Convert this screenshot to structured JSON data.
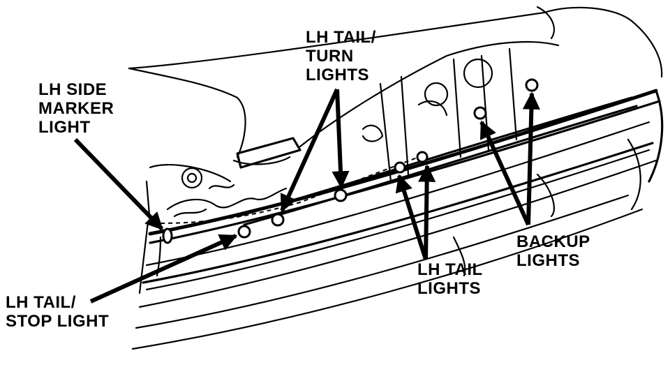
{
  "callouts": {
    "side_marker": [
      "LH SIDE",
      "MARKER",
      "LIGHT"
    ],
    "tail_turn": [
      "LH TAIL/",
      "TURN",
      "LIGHTS"
    ],
    "tail_stop": [
      "LH TAIL/",
      "STOP LIGHT"
    ],
    "tail_lights": [
      "LH TAIL",
      "LIGHTS"
    ],
    "backup": [
      "BACKUP",
      "LIGHTS"
    ]
  },
  "colors": {
    "ink": "#000000",
    "paper": "#ffffff"
  }
}
